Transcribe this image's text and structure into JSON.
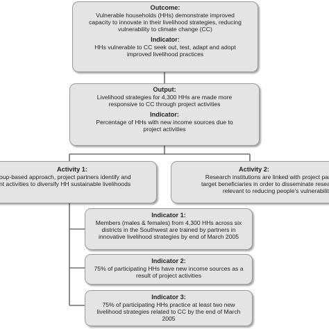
{
  "outcome": {
    "title": "Outcome:",
    "text": "Vulnerable households (HHs) demonstrate improved\ncapacity to innovate in their livelihood strategies, reducing\nvulnerability to climate change (CC)",
    "indicator_title": "Indicator:",
    "indicator_text": "HHs vulnerable to CC seek out, test, adapt and adopt\nimproved livelihood practices"
  },
  "output": {
    "title": "Output:",
    "text": "Livelihood strategies for 4,300 HHs are made more\nresponsive to CC through project activities",
    "indicator_title": "Indicator:",
    "indicator_text": "Percentage of HHs with new income sources due to\nproject activities"
  },
  "activity1": {
    "title": "Activity 1:",
    "text": "oup-based approach, project partners identify and\nnt activities to diversify HH sustainable livelihoods"
  },
  "activity2": {
    "title": "Activity 2:",
    "text": "Research institutions are linked with project partn\ntarget beneficiaries in order to disseminate researc\nrelevant to reducing people's vulnerability t"
  },
  "indicators": [
    {
      "title": "Indicator 1:",
      "text": "Members (males & females) from 4,300 HHs across six\ndistricts in the Southwest are trained by partners in\ninnovative livelihood strategies by end of March 2005"
    },
    {
      "title": "Indicator 2:",
      "text": "75% of participating HHs have new income sources as a\nresult of project activities"
    },
    {
      "title": "Indicator 3:",
      "text": "75% of participating HHs practice at least two new\nlivelihood strategies related to CC by the end of March\n2005"
    }
  ]
}
